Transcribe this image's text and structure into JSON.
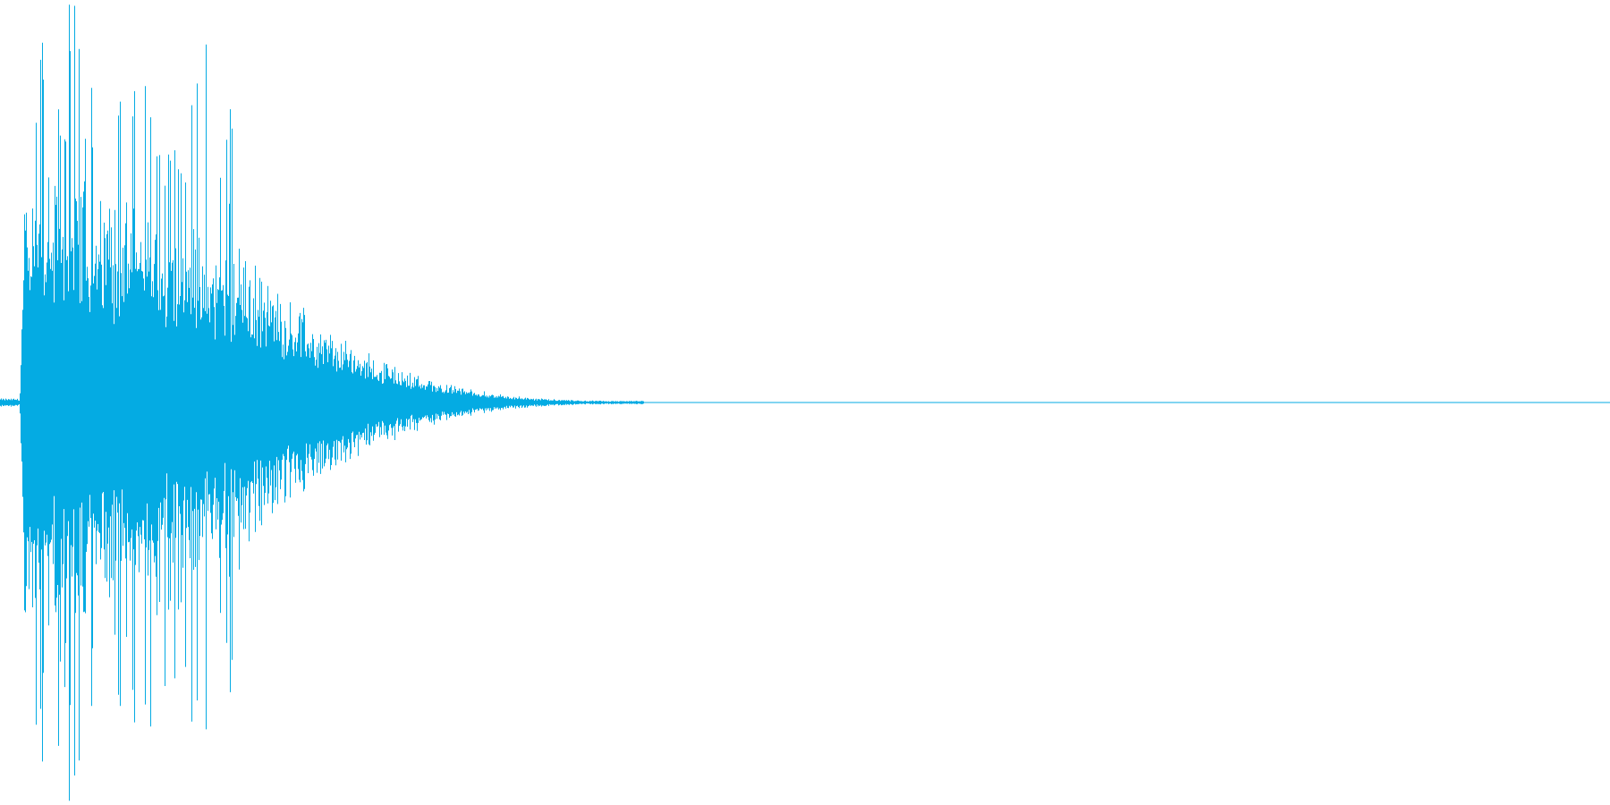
{
  "waveform": {
    "color": "#04abe3",
    "background": "#ffffff",
    "shape": "percussive-burst",
    "attack_fraction": 0.015,
    "peak_amplitude": 0.95,
    "burst_end_fraction": 0.15,
    "decay_end_fraction": 0.4
  }
}
